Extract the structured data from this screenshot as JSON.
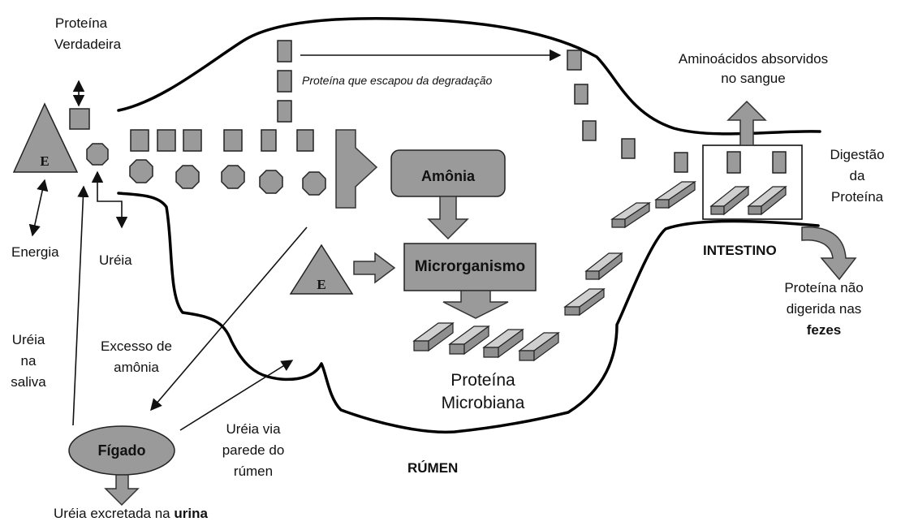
{
  "labels": {
    "proteina_verdadeira_1": "Proteína",
    "proteina_verdadeira_2": "Verdadeira",
    "escape": "Proteína que escapou da degradação",
    "aminoacidos_1": "Aminoácidos absorvidos",
    "aminoacidos_2": "no sangue",
    "digestao_1": "Digestão",
    "digestao_2": "da",
    "digestao_3": "Proteína",
    "energia": "Energia",
    "ureia": "Uréia",
    "amonia": "Amônia",
    "microrganismo": "Microrganismo",
    "intestino": "INTESTINO",
    "nao_digerida_1": "Proteína não",
    "nao_digerida_2": "digerida nas",
    "nao_digerida_3": "fezes",
    "ureia_saliva_1": "Uréia",
    "ureia_saliva_2": "na",
    "ureia_saliva_3": "saliva",
    "excesso_1": "Excesso de",
    "excesso_2": "amônia",
    "proteina_microbiana_1": "Proteína",
    "proteina_microbiana_2": "Microbiana",
    "ureia_parede_1": "Uréia via",
    "ureia_parede_2": "parede do",
    "ureia_parede_3": "rúmen",
    "figado": "Fígado",
    "rumen": "RÚMEN",
    "excretada_prefix": "Uréia excretada na ",
    "excretada_bold": "urina",
    "energy_symbol": "E"
  }
}
